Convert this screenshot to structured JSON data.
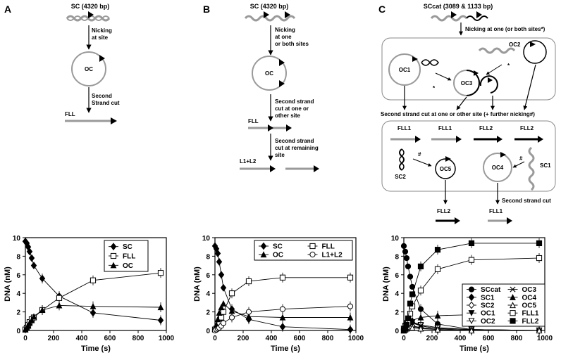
{
  "panels": {
    "A": {
      "label": "A",
      "title": "SC (4320 bp)",
      "step1": [
        "Nicking",
        "at site"
      ],
      "circle": "OC",
      "step2": [
        "Second",
        "Strand cut"
      ],
      "product": "FLL"
    },
    "B": {
      "label": "B",
      "title": "SC (4320 bp)",
      "step1": [
        "Nicking",
        "at one",
        "or both sites"
      ],
      "circle": "OC",
      "step2": [
        "Second strand",
        "cut at one or",
        "other site"
      ],
      "product1": "FLL",
      "step3": [
        "Second strand",
        "cut at remaining",
        "site"
      ],
      "product2": "L1+L2"
    },
    "C": {
      "label": "C",
      "title": "SCcat (3089 & 1133 bp)",
      "step1": "Nicking at one (or both sites*)",
      "oc1": "OC1",
      "oc2": "OC2",
      "oc3": "OC3",
      "star": "*",
      "middle": "Second strand cut at one or other site (+ further nicking#)",
      "fll1a": "FLL1",
      "fll1b": "FLL1",
      "fll2a": "FLL2",
      "fll2b": "FLL2",
      "sc2": "SC2",
      "sc1": "SC1",
      "oc4": "OC4",
      "oc5": "OC5",
      "hash": "#",
      "bottom": "Second strand cut",
      "out_fll2": "FLL2",
      "out_fll1": "FLL1"
    }
  },
  "axes": {
    "xlabel": "Time (s)",
    "ylabel": "DNA (nM)",
    "xticks": [
      "0",
      "200",
      "400",
      "600",
      "800",
      "1000"
    ],
    "yticks": [
      "0",
      "2",
      "4",
      "6",
      "8",
      "10"
    ]
  },
  "chart_data": [
    {
      "type": "line",
      "panel": "A",
      "xlabel": "Time (s)",
      "ylabel": "DNA (nM)",
      "xlim": [
        0,
        1000
      ],
      "ylim": [
        0,
        10
      ],
      "series": [
        {
          "name": "SC",
          "marker": "diamond-filled",
          "x": [
            0,
            10,
            20,
            30,
            45,
            60,
            120,
            240,
            480,
            960
          ],
          "y": [
            9.6,
            9.4,
            9.0,
            8.5,
            7.8,
            7.0,
            5.6,
            3.7,
            1.9,
            1.1
          ]
        },
        {
          "name": "FLL",
          "marker": "square-open",
          "x": [
            0,
            10,
            20,
            30,
            45,
            60,
            120,
            240,
            480,
            960
          ],
          "y": [
            0.1,
            0.3,
            0.6,
            0.9,
            1.2,
            1.4,
            2.2,
            3.5,
            5.4,
            6.2
          ]
        },
        {
          "name": "OC",
          "marker": "triangle-filled",
          "x": [
            0,
            10,
            20,
            30,
            45,
            60,
            120,
            240,
            480,
            960
          ],
          "y": [
            0.1,
            0.3,
            0.5,
            0.8,
            1.1,
            1.5,
            2.2,
            2.7,
            2.6,
            2.5
          ]
        }
      ]
    },
    {
      "type": "line",
      "panel": "B",
      "xlabel": "Time (s)",
      "ylabel": "DNA (nM)",
      "xlim": [
        0,
        1000
      ],
      "ylim": [
        0,
        10
      ],
      "series": [
        {
          "name": "SC",
          "marker": "diamond-filled",
          "x": [
            0,
            10,
            20,
            30,
            45,
            60,
            120,
            240,
            480,
            960
          ],
          "y": [
            9.1,
            8.8,
            8.3,
            7.4,
            6.0,
            4.6,
            2.3,
            1.2,
            0.4,
            0.1
          ]
        },
        {
          "name": "FLL",
          "marker": "square-open",
          "x": [
            0,
            10,
            20,
            30,
            45,
            60,
            120,
            240,
            480,
            960
          ],
          "y": [
            0.1,
            0.2,
            0.4,
            0.8,
            1.4,
            2.0,
            4.0,
            5.3,
            5.7,
            5.7
          ]
        },
        {
          "name": "OC",
          "marker": "triangle-filled",
          "x": [
            0,
            10,
            20,
            30,
            45,
            60,
            120,
            240,
            480,
            960
          ],
          "y": [
            0.2,
            0.6,
            1.2,
            1.9,
            2.5,
            2.9,
            2.1,
            1.5,
            1.4,
            1.4
          ]
        },
        {
          "name": "L1+L2",
          "marker": "circle-open",
          "x": [
            0,
            10,
            20,
            30,
            45,
            60,
            120,
            240,
            480,
            960
          ],
          "y": [
            0.0,
            0.1,
            0.2,
            0.3,
            0.5,
            0.8,
            1.4,
            2.0,
            2.3,
            2.6
          ]
        }
      ]
    },
    {
      "type": "line",
      "panel": "C",
      "xlabel": "Time (s)",
      "ylabel": "DNA (nM)",
      "xlim": [
        0,
        1000
      ],
      "ylim": [
        0,
        10
      ],
      "series": [
        {
          "name": "SCcat",
          "marker": "circle-filled",
          "x": [
            0,
            10,
            20,
            30,
            45,
            60,
            120,
            240,
            480,
            960
          ],
          "y": [
            9.1,
            8.5,
            7.8,
            6.9,
            5.8,
            4.7,
            2.3,
            0.7,
            0.1,
            0.0
          ]
        },
        {
          "name": "SC1",
          "marker": "diamond-filled",
          "x": [
            0,
            10,
            20,
            30,
            45,
            60,
            120,
            240,
            480,
            960
          ],
          "y": [
            0.1,
            0.2,
            0.3,
            0.4,
            0.4,
            0.4,
            0.3,
            0.1,
            0.0,
            0.0
          ]
        },
        {
          "name": "SC2",
          "marker": "diamond-open",
          "x": [
            0,
            10,
            20,
            30,
            45,
            60,
            120,
            240,
            480,
            960
          ],
          "y": [
            0.1,
            0.2,
            0.4,
            0.5,
            0.5,
            0.5,
            0.3,
            0.1,
            0.0,
            0.0
          ]
        },
        {
          "name": "OC1",
          "marker": "triangle-down-filled",
          "x": [
            0,
            10,
            20,
            30,
            45,
            60,
            120,
            240,
            480,
            960
          ],
          "y": [
            0.2,
            0.5,
            0.8,
            1.0,
            1.0,
            0.9,
            0.5,
            0.2,
            0.1,
            0.0
          ]
        },
        {
          "name": "OC2",
          "marker": "triangle-down-open",
          "x": [
            0,
            10,
            20,
            30,
            45,
            60,
            120,
            240,
            480,
            960
          ],
          "y": [
            0.1,
            0.4,
            0.7,
            0.9,
            1.0,
            0.9,
            0.6,
            0.3,
            0.1,
            0.0
          ]
        },
        {
          "name": "OC3",
          "marker": "cross",
          "x": [
            0,
            10,
            20,
            30,
            45,
            60,
            120,
            240,
            480,
            960
          ],
          "y": [
            0.0,
            0.3,
            0.6,
            0.8,
            0.9,
            0.8,
            0.5,
            0.2,
            0.1,
            0.0
          ]
        },
        {
          "name": "OC4",
          "marker": "triangle-filled",
          "x": [
            0,
            10,
            20,
            30,
            45,
            60,
            120,
            240,
            480,
            960
          ],
          "y": [
            0.0,
            0.2,
            0.4,
            0.6,
            0.9,
            1.1,
            1.4,
            1.6,
            1.7,
            1.9
          ]
        },
        {
          "name": "OC5",
          "marker": "triangle-open",
          "x": [
            0,
            10,
            20,
            30,
            45,
            60,
            120,
            240,
            480,
            960
          ],
          "y": [
            0.0,
            0.1,
            0.2,
            0.3,
            0.3,
            0.3,
            0.2,
            0.1,
            0.0,
            0.0
          ]
        },
        {
          "name": "FLL1",
          "marker": "square-open",
          "x": [
            0,
            10,
            20,
            30,
            45,
            60,
            120,
            240,
            480,
            960
          ],
          "y": [
            0.0,
            0.1,
            0.4,
            0.8,
            1.8,
            2.6,
            4.3,
            6.6,
            7.6,
            7.8
          ]
        },
        {
          "name": "FLL2",
          "marker": "square-filled",
          "x": [
            0,
            10,
            20,
            30,
            45,
            60,
            120,
            240,
            480,
            960
          ],
          "y": [
            0.0,
            0.2,
            0.6,
            1.3,
            2.9,
            3.9,
            6.9,
            8.7,
            9.4,
            9.4
          ]
        }
      ]
    }
  ]
}
